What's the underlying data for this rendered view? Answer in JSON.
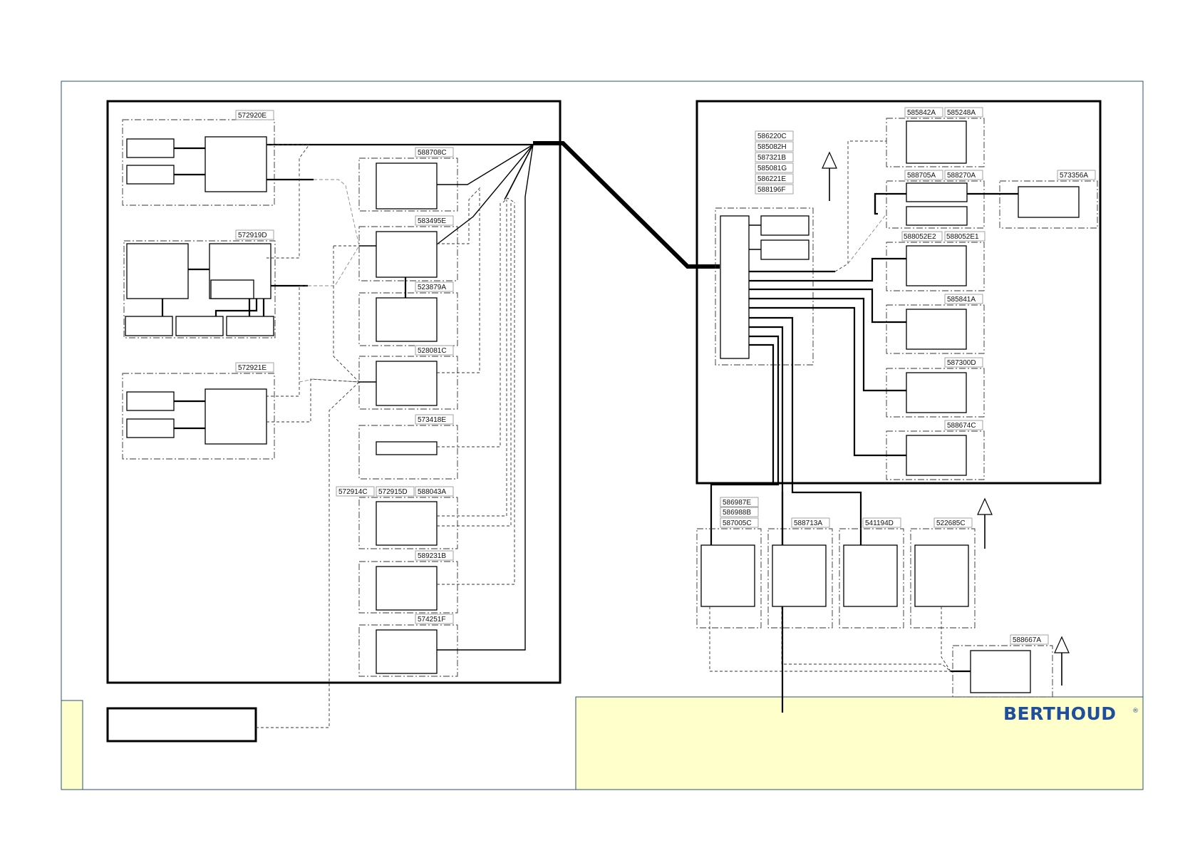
{
  "colors": {
    "frame_border": "#2b4f7a",
    "title_block_fill": "#ffffcc",
    "line": "#000000",
    "dash_line": "#333333",
    "tag_border": "#9a9a9a",
    "brand": "#1f4f9c"
  },
  "brand": {
    "name": "BERTHOUD",
    "mark": "®"
  },
  "tags": {
    "t572920E": "572920E",
    "t572919D": "572919D",
    "t572921E": "572921E",
    "t588708C": "588708C",
    "t583495E": "583495E",
    "t523879A": "523879A",
    "t528081C": "528081C",
    "t573418E": "573418E",
    "t572914C": "572914C",
    "t572915D": "572915D",
    "t588043A": "588043A",
    "t589231B": "589231B",
    "t574251F": "574251F",
    "t586220C": "586220C",
    "t585082H": "585082H",
    "t587321B": "587321B",
    "t585081G": "585081G",
    "t586221E": "586221E",
    "t588196F": "588196F",
    "t585842A": "585842A",
    "t585248A": "585248A",
    "t588705A": "588705A",
    "t588270A": "588270A",
    "t573356A": "573356A",
    "t588052E2": "588052E2",
    "t588052E1": "588052E1",
    "t585841A": "585841A",
    "t587300D": "587300D",
    "t588674C": "588674C",
    "t586987E": "586987E",
    "t586988B": "586988B",
    "t587005C": "587005C",
    "t588713A": "588713A",
    "t541194D": "541194D",
    "t522685C": "522685C",
    "t588667A": "588667A"
  }
}
